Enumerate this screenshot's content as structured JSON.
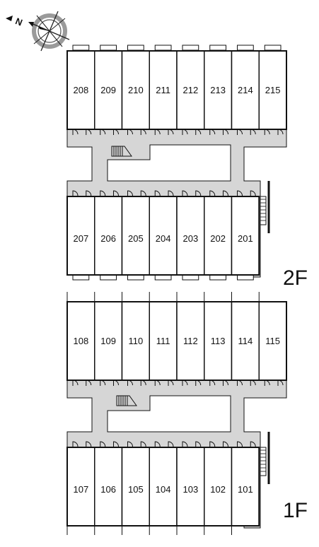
{
  "compass": {
    "icon": "compass-icon",
    "north_letter": "N"
  },
  "floors": [
    {
      "label": "2F",
      "top_row": [
        "208",
        "209",
        "210",
        "211",
        "212",
        "213",
        "214",
        "215"
      ],
      "bottom_row": [
        "207",
        "206",
        "205",
        "204",
        "203",
        "202",
        "201"
      ]
    },
    {
      "label": "1F",
      "top_row": [
        "108",
        "109",
        "110",
        "111",
        "112",
        "113",
        "114",
        "115"
      ],
      "bottom_row": [
        "107",
        "106",
        "105",
        "104",
        "103",
        "102",
        "101"
      ]
    }
  ],
  "colors": {
    "corridor": "#d6d6d6",
    "line": "#111111",
    "room": "#ffffff"
  }
}
